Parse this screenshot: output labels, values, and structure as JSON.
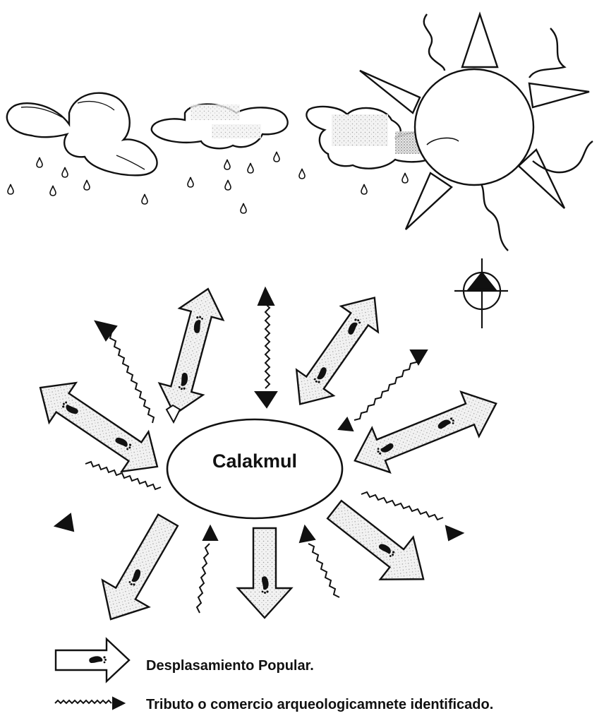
{
  "diagram": {
    "center_label": "Calakmul",
    "legend": {
      "popular_label": "Desplasamiento Popular.",
      "tribute_label": "Tributo o comercio arqueologicamnete identificado."
    },
    "arrow_fill": "#ececec",
    "ink_color": "#111111"
  }
}
